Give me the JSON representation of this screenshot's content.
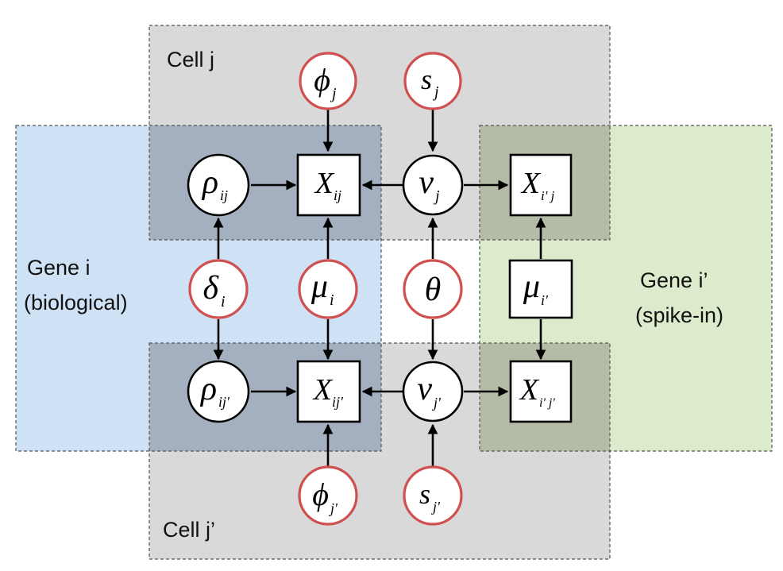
{
  "plates": {
    "cell_j": "Cell j",
    "cell_j_prime": "Cell j’",
    "gene_i_line1": "Gene i",
    "gene_i_line2": "(biological)",
    "gene_i_prime_line1": "Gene i’",
    "gene_i_prime_line2": "(spike-in)"
  },
  "nodes": {
    "phi_j": {
      "symbol": "ϕ",
      "sub": "j"
    },
    "s_j": {
      "symbol": "s",
      "sub": "j"
    },
    "rho_ij": {
      "symbol": "ρ",
      "sub": "ij"
    },
    "x_ij": {
      "symbol": "X",
      "sub": "ij"
    },
    "nu_j": {
      "symbol": "ν",
      "sub": "j"
    },
    "x_ipj": {
      "symbol": "X",
      "sub": "i' j"
    },
    "delta_i": {
      "symbol": "δ",
      "sub": "i"
    },
    "mu_i": {
      "symbol": "μ",
      "sub": "i"
    },
    "theta": {
      "symbol": "θ",
      "sub": ""
    },
    "mu_ip": {
      "symbol": "μ",
      "sub": "i'"
    },
    "rho_ijp": {
      "symbol": "ρ",
      "sub": "ij'"
    },
    "x_ijp": {
      "symbol": "X",
      "sub": "ij'"
    },
    "nu_jp": {
      "symbol": "ν",
      "sub": "j'"
    },
    "x_ipjp": {
      "symbol": "X",
      "sub": "i' j'"
    },
    "phi_jp": {
      "symbol": "ϕ",
      "sub": "j'"
    },
    "s_jp": {
      "symbol": "s",
      "sub": "j'"
    }
  },
  "colors": {
    "gene_plate": "#cfe1f5",
    "spike_plate": "#dcebcb",
    "cell_plate": "#d9d9d9",
    "overlap_gene_cell": "#a4b0c0",
    "overlap_spike_cell": "#b4bba7",
    "prior_border": "#d05050",
    "node_border": "#000000"
  }
}
